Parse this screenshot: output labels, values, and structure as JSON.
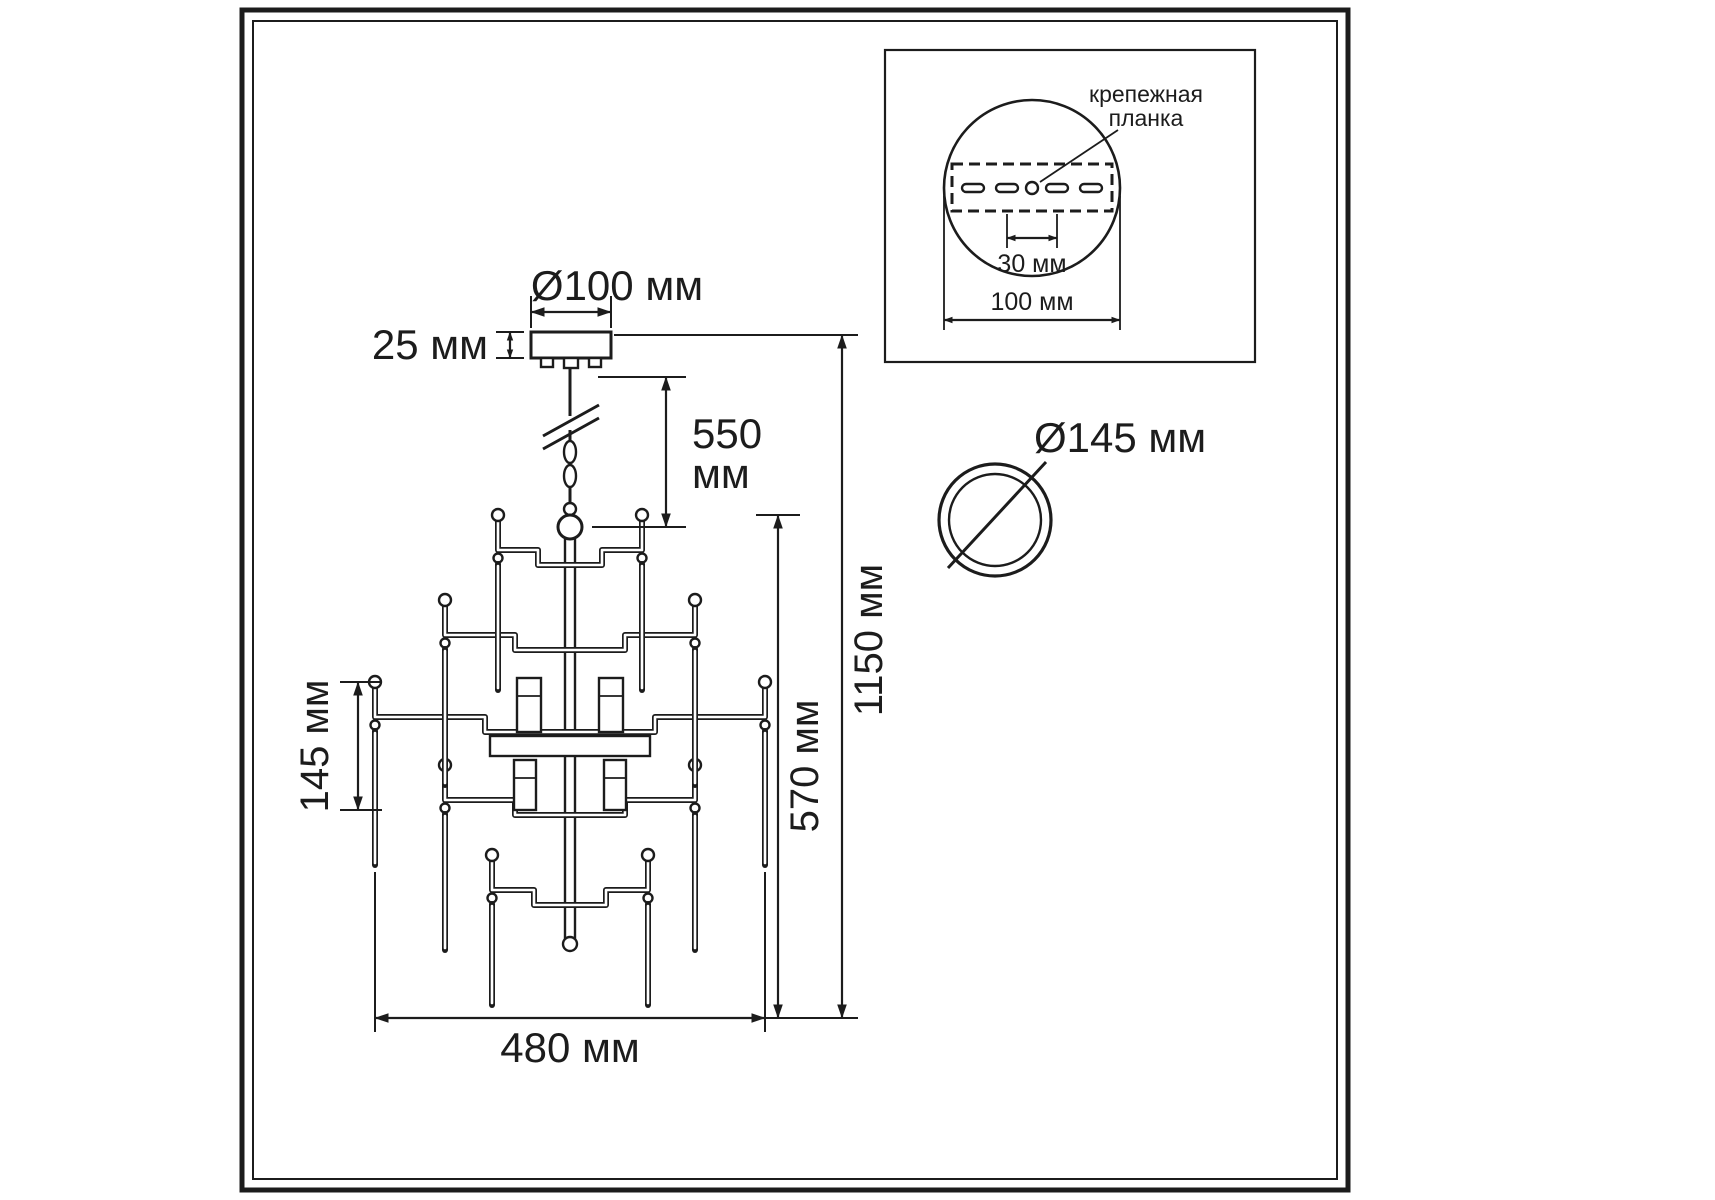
{
  "colors": {
    "ink": "#1c1c1c",
    "background": "#ffffff"
  },
  "main_view": {
    "canopy_diameter_label": "Ø100 мм",
    "canopy_height_label": "25 мм",
    "suspension_length_value": "550",
    "suspension_length_unit": "мм",
    "tier_section_label": "145 мм",
    "body_height_label": "570 мм",
    "total_height_label": "1150 мм",
    "body_width_label": "480 мм"
  },
  "mounting_detail": {
    "callout_line1": "крепежная",
    "callout_line2": "планка",
    "hole_spacing_label": "30 мм",
    "plate_width_label": "100 мм"
  },
  "ceiling_cup_view": {
    "diameter_label": "Ø145 мм"
  }
}
